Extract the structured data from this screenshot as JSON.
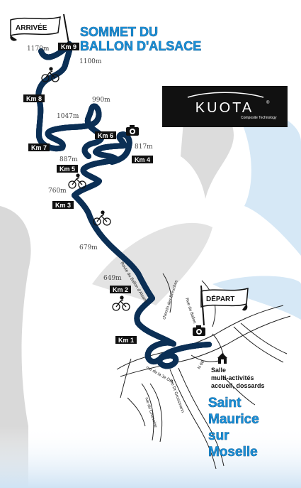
{
  "title": {
    "line1": "SOMMET DU",
    "line2": "BALLON D'ALSACE"
  },
  "flags": {
    "finish": "ARRIVÉE",
    "start": "DÉPART"
  },
  "logo": {
    "brand": "KUOTA",
    "tagline": "Composite Technology",
    "registered": "®"
  },
  "km_markers": [
    "Km 9",
    "Km 8",
    "Km 7",
    "Km 6",
    "Km 5",
    "Km 4",
    "Km 3",
    "Km 2",
    "Km 1"
  ],
  "altitudes": [
    "1170m",
    "1100m",
    "990m",
    "1047m",
    "887m",
    "817m",
    "760m",
    "679m",
    "649m"
  ],
  "venue": {
    "line1": "Salle",
    "line2": "multi-activités",
    "line3": "accueil, dossards"
  },
  "town": {
    "line1": "Saint",
    "line2": "Maurice",
    "line3": "sur",
    "line4": "Moselle"
  },
  "street_labels": {
    "route": "Route du Ballon d'Alsace",
    "rue_ballon": "Rue du Ballon",
    "chemin": "chemin des Breuches",
    "rue_de": "rue de la",
    "n66": "N 66",
    "rue_3e_dia": "rue de la 3e DIA",
    "rue_dr": "rue Dr Grossmann",
    "rue_chanoine": "rue du Chanoine"
  },
  "colors": {
    "route": "#1a8fd6",
    "route_outline": "#0b2f55",
    "background_swoosh": "#d9d9d9",
    "background_blue": "#d6e8f6",
    "logo_bg": "#111111"
  },
  "icons": [
    "cyclist-icon",
    "camera-icon",
    "flag-icon",
    "building-icon"
  ]
}
